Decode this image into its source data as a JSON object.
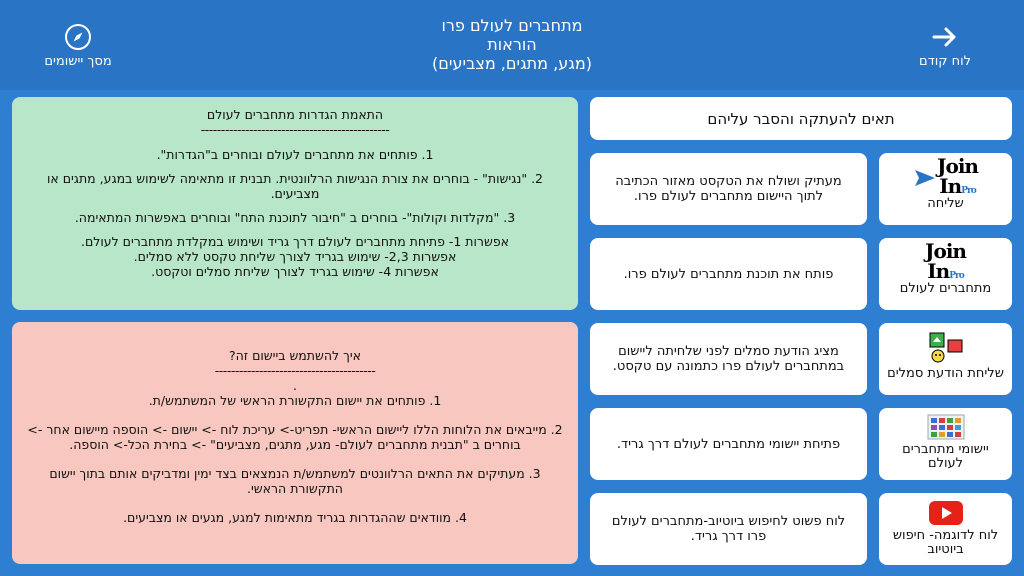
{
  "header": {
    "title_lines": [
      "מתחברים לעולם פרו",
      "הוראות",
      "(מגע, מתגים, מצביעים)"
    ],
    "left_nav_label": "מסך יישומים",
    "left_nav_icon": "compass-icon",
    "right_nav_label": "לוח קודם",
    "right_nav_icon": "arrow-right-icon"
  },
  "green_panel": {
    "heading": "התאמת הגדרות מתחברים לעולם",
    "divider": "-----------------------------------------------",
    "items": [
      "1. פותחים את מתחברים לעולם ובוחרים ב\"הגדרות\".",
      "2. \"נגישות\" - בוחרים את צורת הנגישות הרלוונטית. תבנית זו מתאימה לשימוש במגע, מתגים או מצביעים.",
      "3. \"מקלדות וקולות\"- בוחרים ב \"חיבור לתוכנת התח\" ובוחרים באפשרות המתאימה."
    ],
    "options": [
      "אפשרות 1- פתיחת מתחברים לעולם דרך גריד ושימוש במקלדת מתחברים לעולם.",
      "אפשרות 2,3- שימוש בגריד לצורך שליחת טקסט ללא סמלים.",
      "אפשרות 4- שימוש בגריד לצורך שליחת סמלים וטקסט."
    ]
  },
  "pink_panel": {
    "heading": "איך להשתמש ביישום זה?",
    "divider": "----------------------------------------",
    "dot": ".",
    "items": [
      "1. פותחים את יישום התקשורת הראשי של המשתמש/ת.",
      "2. מייבאים את הלוחות הללו ליישום הראשי- תפריט-> עריכת לוח -> יישום -> הוספה מיישום אחר -> בוחרים ב \"תבנית מתחברים לעולם- מגע, מתגים, מצביעים\" -> בחירת הכל-> הוספה.",
      "3. מעתיקים את התאים הרלוונטים למשתמש/ת הנמצאים בצד ימין ומדביקים אותם בתוך יישום התקשורת הראשי.",
      "4. מוודאים שההגדרות בגריד מתאימות למגע, מגעים או מצביעים."
    ]
  },
  "right_header": "תאים להעתקה והסבר עליהם",
  "rows": [
    {
      "label": "שליחה",
      "icon": "joinin-send-icon",
      "description": "מעתיק ושולח את הטקסט מאזור הכתיבה לתוך היישום מתחברים לעולם פרו."
    },
    {
      "label": "מתחברים לעולם",
      "icon": "joinin-logo-icon",
      "description": "פותח את תוכנת מתחברים לעולם פרו."
    },
    {
      "label": "שליחת הודעת סמלים",
      "icon": "symbols-message-icon",
      "description": "מציג הודעת סמלים לפני שלחיתה ליישום במתחברים לעולם פרו כתמונה עם טקסט."
    },
    {
      "label": "יישומי מתחברים לעולם",
      "icon": "grid-apps-icon",
      "description": "פתיחת יישומי מתחברים לעולם דרך גריד."
    },
    {
      "label": "לוח לדוגמה- חיפוש ביוטיוב",
      "icon": "youtube-icon",
      "description": "לוח פשוט לחיפוש ביוטיוב-מתחברים לעולם פרו דרך גריד."
    }
  ],
  "brand": {
    "join": "Join",
    "in": "In",
    "pro": "Pro"
  },
  "colors": {
    "header_bg": "#2a74c6",
    "green_panel": "#b8e6c8",
    "pink_panel": "#f8c8c0",
    "youtube_red": "#e62117"
  }
}
